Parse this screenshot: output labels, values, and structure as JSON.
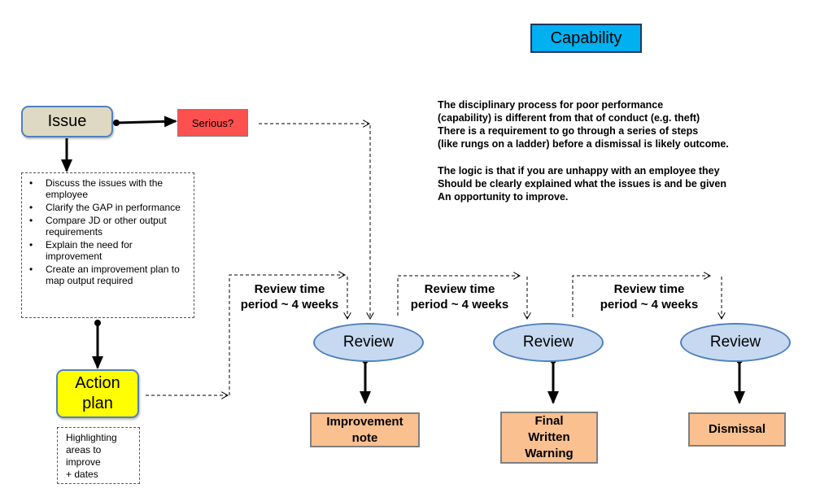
{
  "capability": "Capability",
  "issue": "Issue",
  "serious": "Serious?",
  "issues_list": [
    "Discuss the issues with the employee",
    "Clarify the GAP in performance",
    "Compare JD or other output requirements",
    "Explain the need for improvement",
    "Create an improvement plan to map output required"
  ],
  "action_plan": [
    "Action",
    "plan"
  ],
  "highlight": [
    "Highlighting",
    "areas to",
    "improve",
    "+ dates"
  ],
  "review_periods": [
    [
      "Review time",
      "period ~ 4 weeks"
    ],
    [
      "Review time",
      "period ~ 4 weeks"
    ],
    [
      "Review time",
      "period ~ 4 weeks"
    ]
  ],
  "reviews": [
    "Review",
    "Review",
    "Review"
  ],
  "outcomes": [
    [
      "Improvement",
      "note"
    ],
    [
      "Final",
      "Written",
      "Warning"
    ],
    [
      "Dismissal"
    ]
  ],
  "explanation": {
    "paragraph1": [
      "The disciplinary process for poor performance",
      "(capability) is different from that of conduct (e.g. theft)",
      "There is a requirement to go through a series of steps",
      "(like rungs on a ladder) before a dismissal is likely outcome."
    ],
    "paragraph2": [
      "The logic is that if you are unhappy with an employee they",
      "Should be clearly explained what the issues is and be given",
      "An opportunity to improve."
    ]
  },
  "colors": {
    "capability_fill": "#00b0f0",
    "issue_fill": "#ddd9c3",
    "serious_fill": "#ff5050",
    "action_fill": "#ffff00",
    "review_fill": "#c6d9f1",
    "outcome_fill": "#fac090",
    "node_border": "#4f81bd"
  }
}
